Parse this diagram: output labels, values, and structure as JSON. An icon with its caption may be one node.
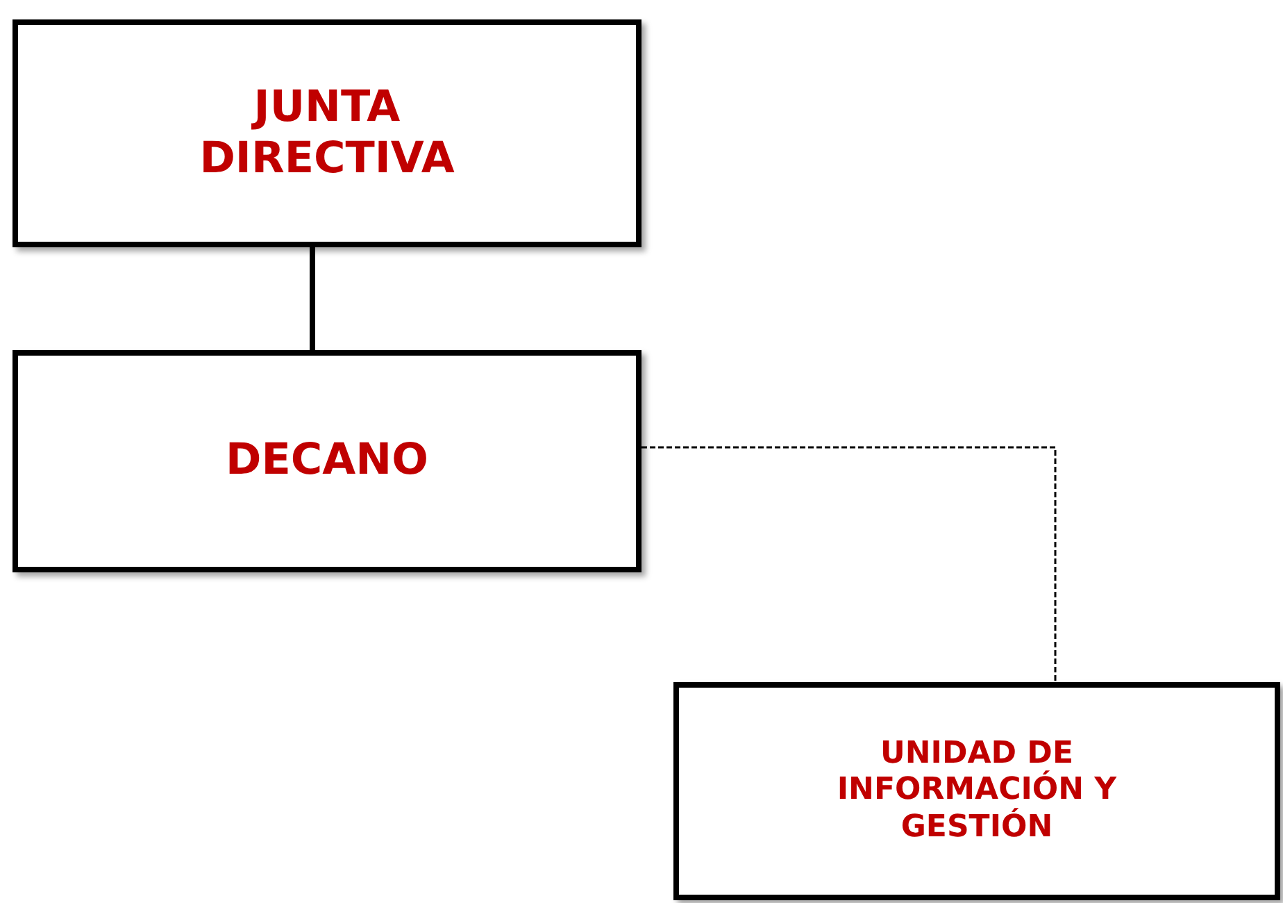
{
  "diagram": {
    "nodes": [
      {
        "text": [
          "JUNTA DIRECTIVA"
        ]
      },
      {
        "text": [
          "DECANO"
        ]
      },
      {
        "text": [
          "UNIDAD DE INFORMACIÓN Y GESTIÓN"
        ]
      }
    ],
    "edges": [
      {
        "from": 0,
        "to": 1,
        "arrow": "none",
        "style": "thick"
      },
      {
        "from": 1,
        "to": 2,
        "arrow": "none",
        "style": "dashed"
      }
    ]
  }
}
